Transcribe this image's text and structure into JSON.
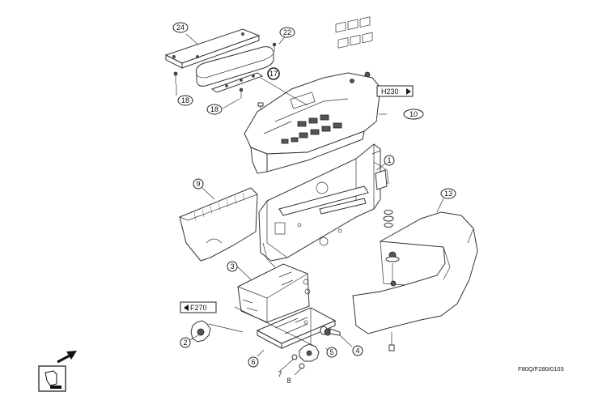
{
  "callouts": [
    "24",
    "22",
    "17",
    "18",
    "18",
    "10",
    "1",
    "9",
    "13",
    "3",
    "2",
    "6",
    "5",
    "4",
    "7",
    "8"
  ],
  "refs": {
    "top_right": "H230",
    "left": "F270"
  },
  "drawing_code": "F80Q/F280/0103"
}
